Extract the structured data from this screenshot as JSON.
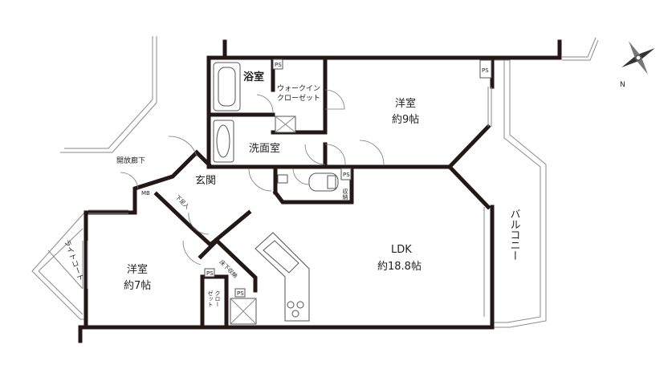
{
  "rooms": {
    "bath": "浴室",
    "walk_in_closet": "ウォークイン\nクローゼット",
    "western_room_1_name": "洋室",
    "western_room_1_size": "約9帖",
    "washroom": "洗面室",
    "open_corridor": "開放廊下",
    "entrance": "玄関",
    "shoe_box": "下足入",
    "mb": "MB",
    "ps": "PS",
    "storage": "収納",
    "western_room_2_name": "洋室",
    "western_room_2_size": "約7帖",
    "closet": "クロー\nゼット",
    "ldk_name": "LDK",
    "ldk_size": "約18.8帖",
    "floor_storage": "床下収納",
    "light_court": "ライトコート",
    "balcony": "バルコニー"
  },
  "compass": {
    "north": "N"
  },
  "colors": {
    "wall": "#231815",
    "fixture_line": "#555555"
  }
}
